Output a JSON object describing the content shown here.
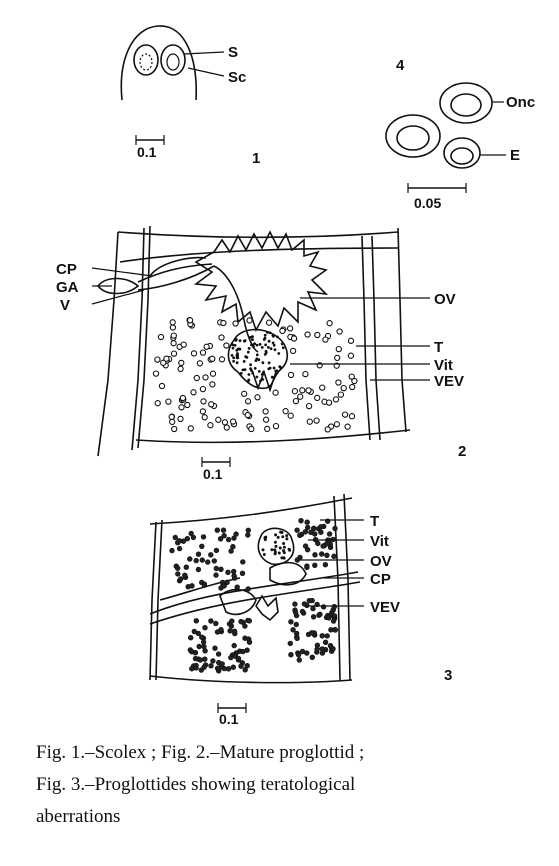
{
  "figure1": {
    "number": "1",
    "labels": {
      "sucker": "S",
      "scolex": "Sc"
    },
    "scale": "0.1"
  },
  "figure2": {
    "number": "2",
    "labels": {
      "cirrus_pouch": "CP",
      "genital_atrium": "GA",
      "vagina": "V",
      "ovary": "OV",
      "testes": "T",
      "vitellaria": "Vit",
      "ventral_excretory_vessel": "VEV"
    },
    "scale": "0.1"
  },
  "figure3": {
    "number": "3",
    "labels": {
      "testes": "T",
      "vitellaria": "Vit",
      "ovary": "OV",
      "cirrus_pouch": "CP",
      "ventral_excretory_vessel": "VEV"
    },
    "scale": "0.1"
  },
  "figure4": {
    "number": "4",
    "labels": {
      "oncosphere": "Onc",
      "egg": "E"
    },
    "scale": "0.05"
  },
  "caption": {
    "line1": "Fig. 1.–Scolex ;  Fig. 2.–Mature  proglottid ;",
    "line2": "Fig. 3.–Proglottides   showing   teratological",
    "line3": "aberrations"
  },
  "colors": {
    "ink": "#111111",
    "paper": "#ffffff"
  }
}
